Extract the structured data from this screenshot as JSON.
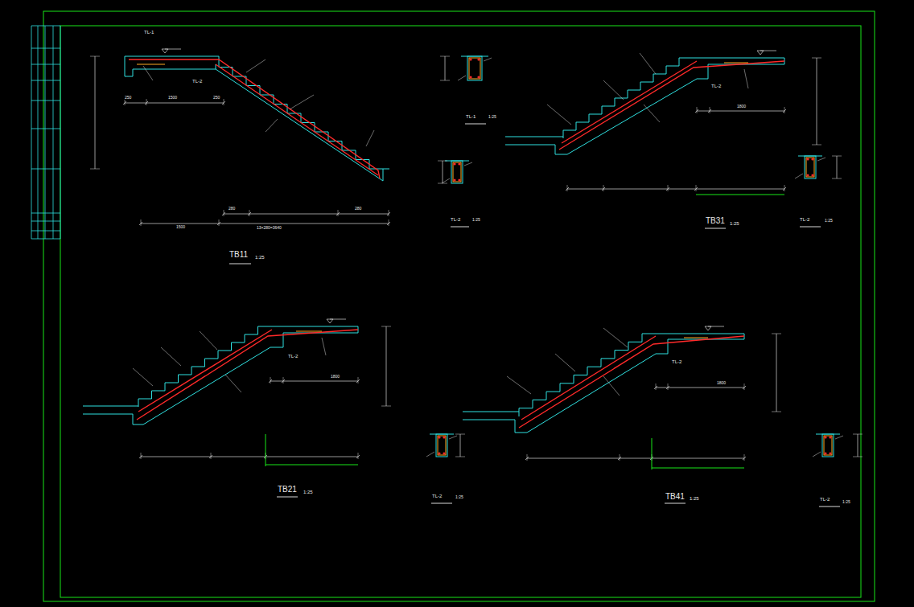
{
  "diagram": {
    "labels": [
      "TL-1",
      "TL-2",
      "250",
      "1500",
      "250",
      "1500",
      "280",
      "13×280=3640",
      "280",
      "TB11",
      "1:25",
      "TL-1",
      "1:25",
      "TL-2",
      "1:25",
      "TL-2",
      "1800",
      "TB31",
      "1:25",
      "TL-2",
      "1:25",
      "TL-2",
      "1800",
      "TB21",
      "1:25",
      "TL-2",
      "1:25",
      "TL-2",
      "1800",
      "TB41",
      "1:25",
      "TL-2",
      "1:25"
    ]
  }
}
